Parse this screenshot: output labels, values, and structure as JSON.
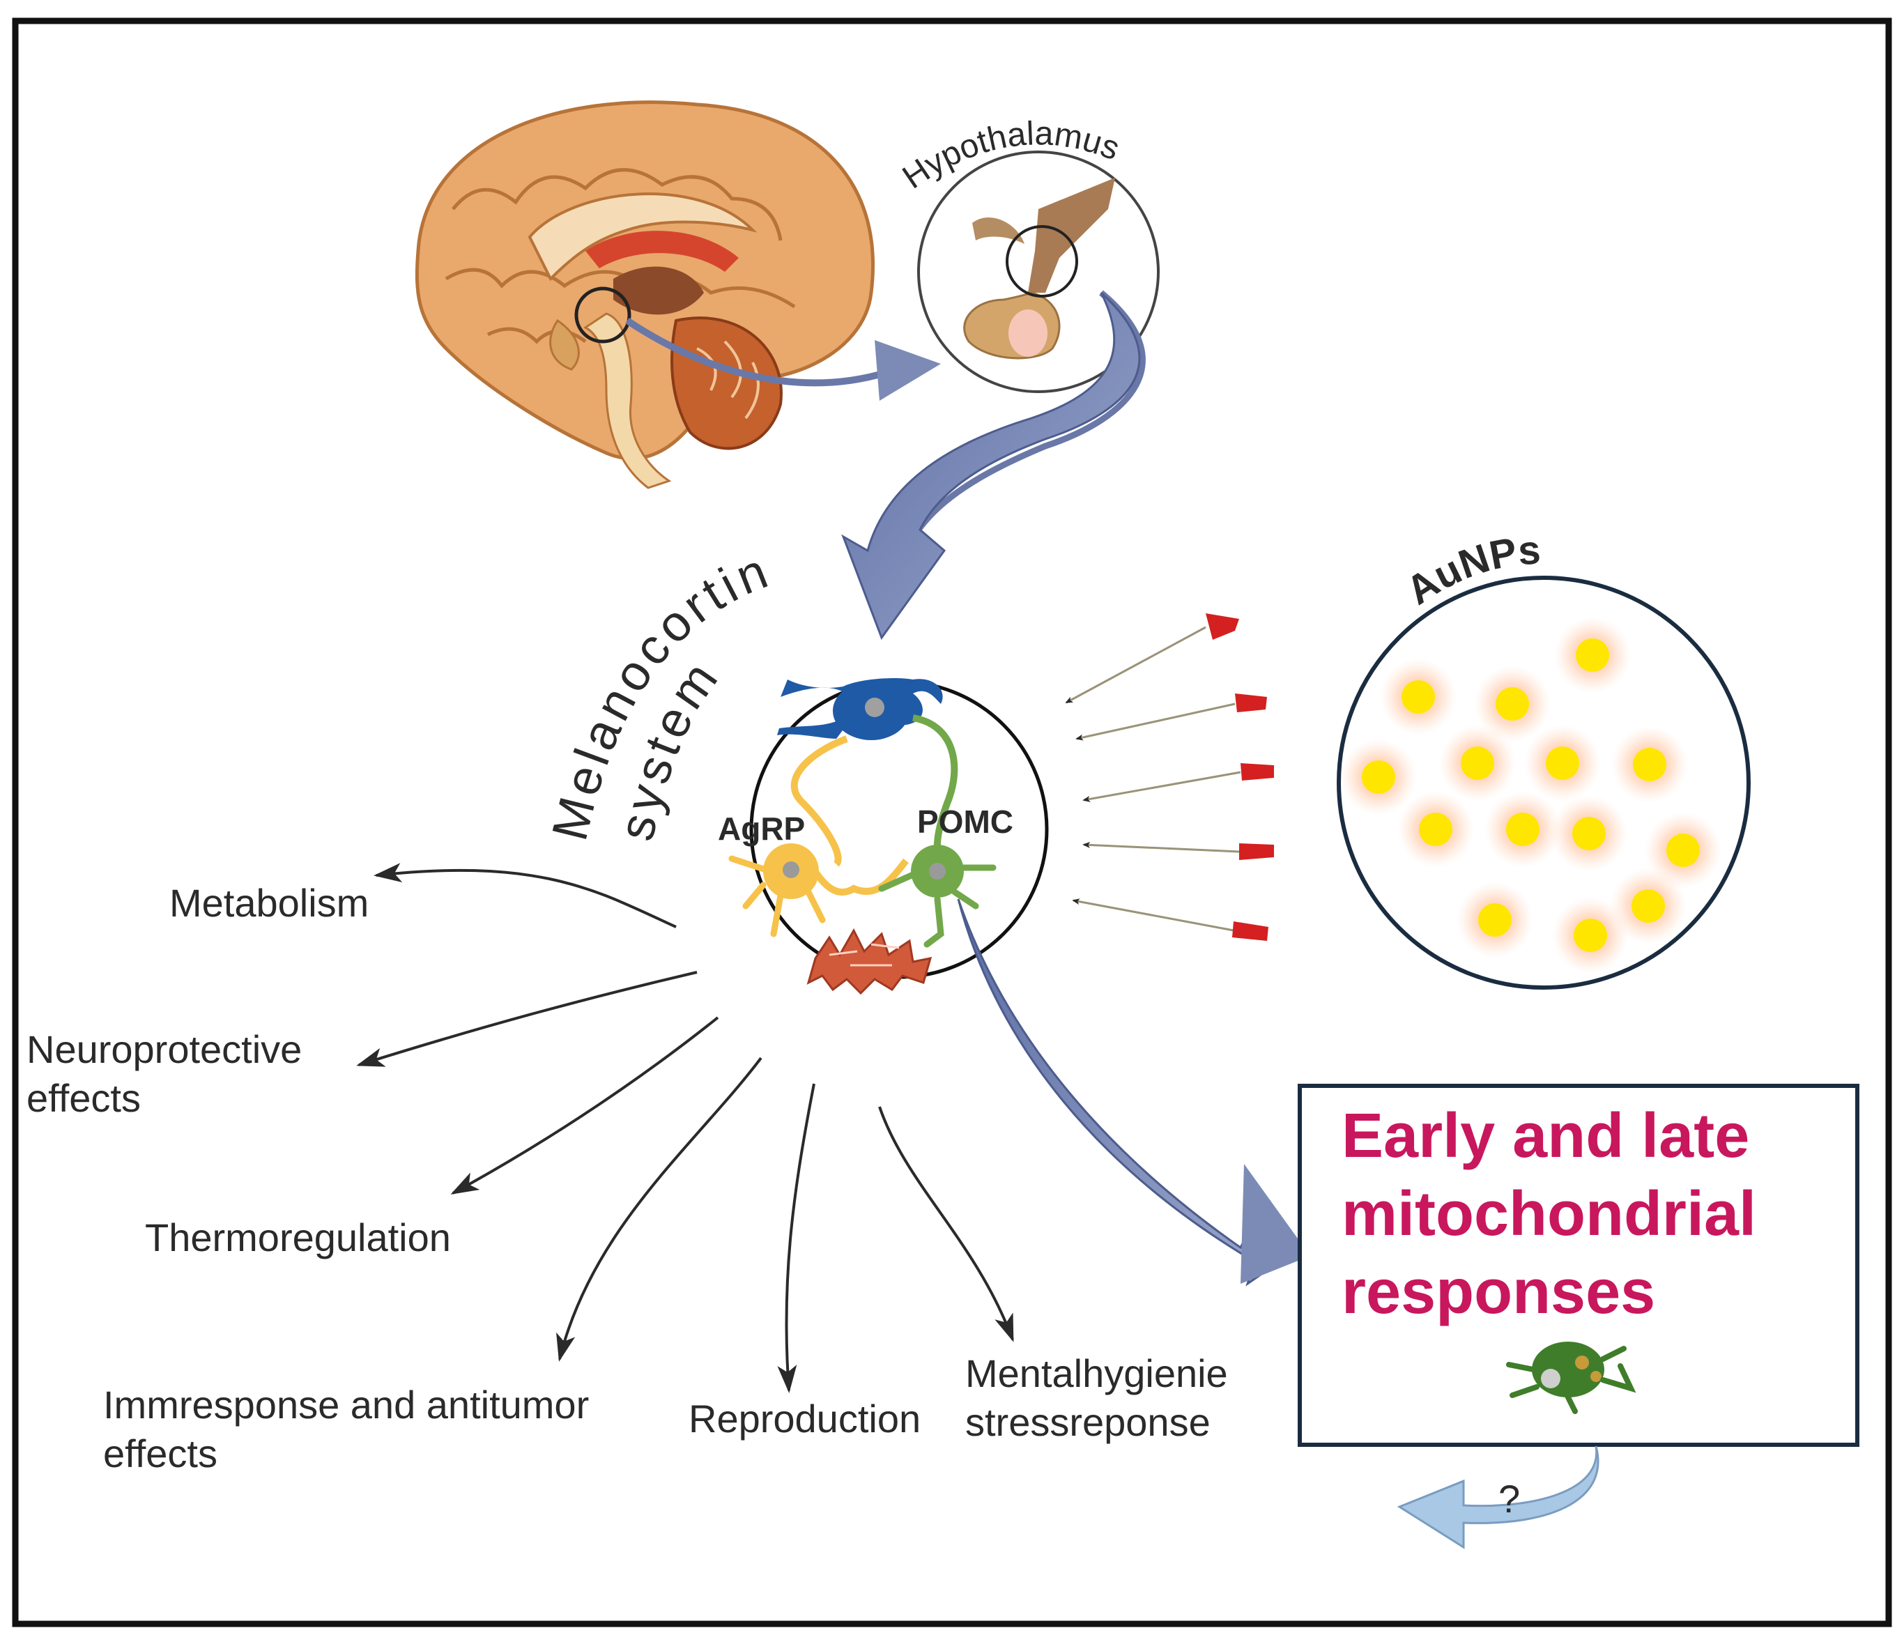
{
  "hypothalamus_label": "Hypothalamus",
  "melanocortin_label_line1": "Melanocortin",
  "melanocortin_label_line2": "system",
  "aunps_label": "AuNPs",
  "neuron_labels": {
    "agrp": "AgRP",
    "pomc": "POMC"
  },
  "effects": {
    "metabolism": "Metabolism",
    "neuroprotective_line1": "Neuroprotective",
    "neuroprotective_line2": "effects",
    "thermoregulation": "Thermoregulation",
    "immune_line1": "Immresponse and antitumor",
    "immune_line2": "effects",
    "reproduction": "Reproduction",
    "mental_line1": "Mentalhygienie",
    "mental_line2": "stressreponse"
  },
  "mito_box": {
    "line1": "Early and late",
    "line2": "mitochondrial",
    "line3": "responses",
    "question": "?"
  },
  "colors": {
    "highlight_text": "#c8175d",
    "flow_arrow": "#7c8bb5",
    "return_arrow": "#a9c8e6",
    "gold_particle": "#ffe600",
    "agrp_neuron": "#f6c24a",
    "pomc_neuron": "#72a84a",
    "blue_neuron": "#1f5aa6",
    "dart": "#d42020"
  }
}
